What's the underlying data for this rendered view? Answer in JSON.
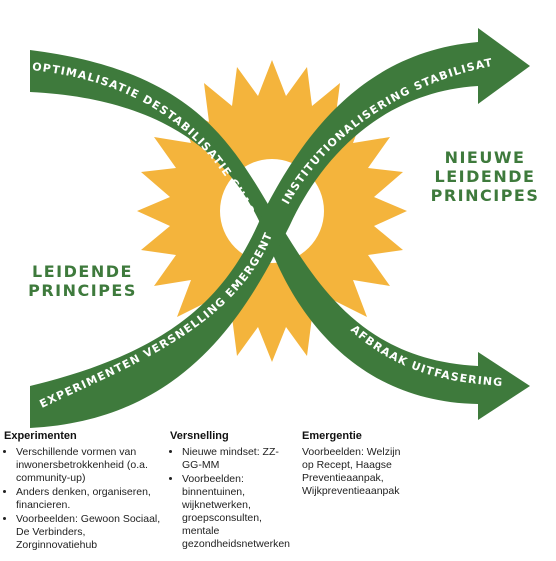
{
  "colors": {
    "arrow_green": "#3e7a3c",
    "sun_yellow": "#f4b43c",
    "label_green": "#3e7a3c",
    "arrow_text": "#ffffff"
  },
  "arrow_top": {
    "left_text": "OPTIMALISATIE  DESTABILISATIE  CHAOS",
    "right_text": "INSTITUTIONALISERING  STABILISATIE"
  },
  "arrow_bottom": {
    "left_text": "EXPERIMENTEN  VERSNELLING  EMERGENTIE",
    "right_text": "AFBRAAK  UITFASERING"
  },
  "labels": {
    "new_line1": "NIEUWE",
    "new_line2": "LEIDENDE",
    "new_line3": "PRINCIPES",
    "old_line1": "LEIDENDE",
    "old_line2": "PRINCIPES"
  },
  "columns": {
    "experimenten": {
      "title": "Experimenten",
      "items": [
        "Verschillende vormen van inwonersbetrokkenheid (o.a. community-up)",
        "Anders denken, organiseren, financieren.",
        "Voorbeelden: Gewoon Sociaal, De Verbinders, Zorginnovatiehub"
      ]
    },
    "versnelling": {
      "title": "Versnelling",
      "items": [
        "Nieuwe mindset: ZZ-GG-MM",
        "Voorbeelden: binnentuinen, wijknetwerken, groepsconsulten, mentale gezondheidsnetwerken"
      ]
    },
    "emergentie": {
      "title": "Emergentie",
      "text": "Voorbeelden: Welzijn op Recept, Haagse Preventieaanpak, Wijkpreventieaanpak"
    }
  }
}
